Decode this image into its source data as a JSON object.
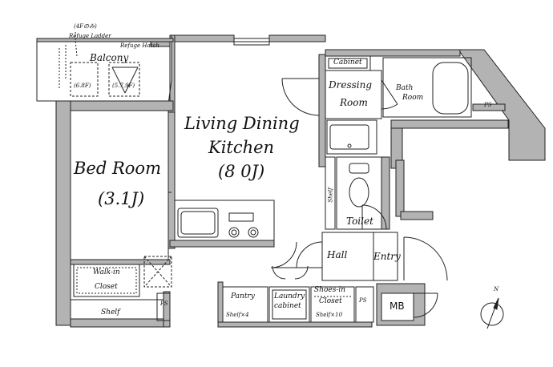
{
  "plan": {
    "top_notes": {
      "floor_note": "(4Fのみ)",
      "ladder": "Refuge Ladder",
      "hatch": "Refuge Hatch"
    },
    "rooms": {
      "balcony": "Balcony",
      "balcony_left_box": "(6.8F)",
      "balcony_right_box": "(5.7.9F)",
      "living_line1": "Living Dining",
      "living_line2": "Kitchen",
      "living_size": "(8 0J)",
      "bedroom": "Bed Room",
      "bedroom_size": "(3.1J)",
      "cabinet": "Cabinet",
      "dressing_line1": "Dressing",
      "dressing_line2": "Room",
      "bath_line1": "Bath",
      "bath_line2": "Room",
      "ps_right": "PS",
      "shelf_vertical": "Shelf",
      "toilet": "Toilet",
      "hall": "Hall",
      "entry": "Entry",
      "walkin_line1": "Walk-in",
      "walkin_line2": "Closet",
      "shelf_bottom": "Shelf",
      "ps_bottom_left": "PS",
      "pantry": "Pantry",
      "pantry_shelf": "Shelf×4",
      "laundry_line1": "Laundry",
      "laundry_line2": "cabinet",
      "shoes_line1": "Shoes-in",
      "shoes_line2": "Closet",
      "shoes_shelf": "Shelf×10",
      "ps_bottom_mid": "PS",
      "mb": "MB",
      "north": "N"
    }
  }
}
